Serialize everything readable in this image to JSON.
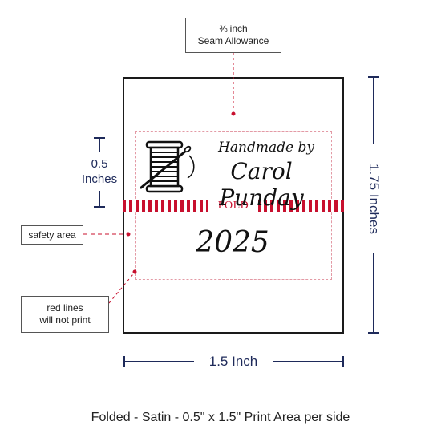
{
  "callouts": {
    "seam": {
      "line1": "⅜ inch",
      "line2": "Seam Allowance"
    },
    "safety": "safety area",
    "redlines": {
      "line1": "red lines",
      "line2": "will not print"
    }
  },
  "dimensions": {
    "half_value": "0.5",
    "half_unit": "Inches",
    "height": "1.75 Inches",
    "width": "1.5 Inch"
  },
  "label": {
    "line1": "Handmade by",
    "line2": "Carol Punday",
    "fold": "FOLD",
    "year": "2025"
  },
  "caption": "Folded - Satin - 0.5\" x 1.5\" Print Area per side",
  "colors": {
    "navy": "#1e2a5a",
    "red": "#c8102e",
    "pink": "#e39aa5"
  },
  "icons": [
    "thread-spool-icon"
  ]
}
